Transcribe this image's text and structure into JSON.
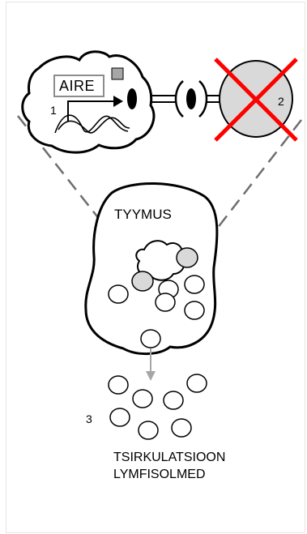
{
  "labels": {
    "aire": "AIRE",
    "thymus": "TYYMUS",
    "caption_line1": "TSIRKULATSIOON",
    "caption_line2": "LYMFISOLMED",
    "num1": "1",
    "num2": "2",
    "num3": "3"
  },
  "colors": {
    "outline": "#000000",
    "dashed_line": "#6e6e6e",
    "cell_fill_gray": "#d9d9d9",
    "marker_gray": "#a6a6a6",
    "cross": "#ff0000",
    "arrow": "#a6a6a6",
    "frame_border": "#e6e6e6"
  }
}
